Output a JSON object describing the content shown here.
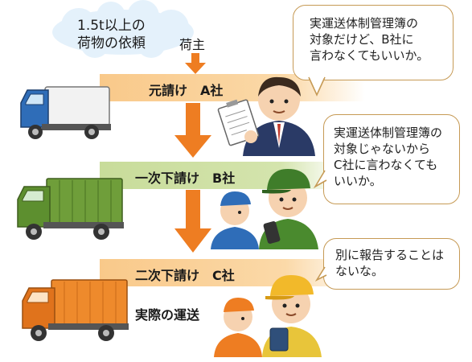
{
  "request_cloud": {
    "line1": "1.5t以上の",
    "line2": "荷物の依頼"
  },
  "shipper_label": "荷主",
  "tiers": [
    {
      "label": "元請け　A社"
    },
    {
      "label": "一次下請け　B社"
    },
    {
      "label": "二次下請け　C社"
    }
  ],
  "actual_transport_label": "実際の運送",
  "bubbles": [
    {
      "lines": [
        "実運送体制管理簿の",
        "対象だけど、B社に",
        "言わなくてもいいか。"
      ]
    },
    {
      "lines": [
        "実運送体制管理簿の",
        "対象じゃないから",
        "C社に言わなくても",
        "いいか。"
      ]
    },
    {
      "lines": [
        "別に報告することは",
        "ないな。"
      ]
    }
  ],
  "colors": {
    "band_a": "#f9c98a",
    "band_b": "#c8dc9a",
    "band_c": "#f9c98a",
    "arrow": "#ee7d22",
    "bubble_border": "#c69a55",
    "cloud_fill": "#e4f1fb"
  },
  "icons": [
    "cloud-icon",
    "down-arrow-icon",
    "blue-truck-icon",
    "green-truck-icon",
    "orange-truck-icon",
    "manager-icon",
    "worker-icon",
    "driver-icon"
  ]
}
